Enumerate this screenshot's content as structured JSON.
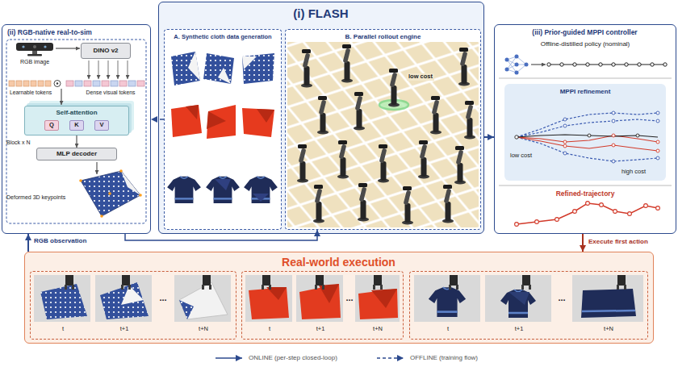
{
  "diagram": {
    "nodes": [
      {
        "text": [
          "(ii) RGB-native real-to-sim"
        ]
      },
      {
        "text": [
          "DINO v2"
        ],
        "in": 0
      },
      {
        "text": [
          "Self-attention"
        ],
        "in": 0
      },
      {
        "text": [
          "Q"
        ],
        "in": 2
      },
      {
        "text": [
          "K"
        ],
        "in": 2
      },
      {
        "text": [
          "V"
        ],
        "in": 2
      },
      {
        "text": [
          "MLP decoder"
        ],
        "in": 0
      },
      {
        "text": [
          "(i) FLASH"
        ]
      },
      {
        "text": [
          "A. Synthetic cloth data generation"
        ],
        "in": 7
      },
      {
        "text": [
          "B. Parallel rollout engine"
        ],
        "in": 7
      },
      {
        "text": [
          "(iii) Prior-guided MPPI controller"
        ]
      },
      {
        "text": [
          "MPPI refinement"
        ],
        "in": 10
      },
      {
        "text": [
          "Real-world execution"
        ]
      },
      {
        "text": [
          "t",
          "t+1",
          "...",
          "t+N"
        ],
        "in": 12
      },
      {
        "text": [
          "t",
          "t+1",
          "...",
          "t+N"
        ],
        "in": 12
      },
      {
        "text": [
          "t",
          "t+1",
          "...",
          "t+N"
        ],
        "in": 12
      }
    ],
    "edges": [
      {
        "from": 8,
        "to": 0,
        "arrow": "to"
      },
      {
        "from": 0,
        "to": 9,
        "arrow": "to"
      },
      {
        "from": 7,
        "to": 10,
        "arrow": "to"
      },
      {
        "from": 10,
        "to": 12,
        "label": "Execute first action",
        "arrow": "to"
      },
      {
        "from": 12,
        "to": 0,
        "label": "RGB observation",
        "arrow": "to"
      },
      {
        "from": 2,
        "to": 6,
        "arrow": "to"
      }
    ],
    "labels": [
      "RGB image",
      "Learnable tokens",
      "Dense visual tokens",
      "Block x N",
      "Deformed 3D keypoints",
      "low cost",
      "Offline-distilled policy (nominal)",
      "low cost",
      "high cost",
      "Refined-trajectory"
    ],
    "legend": [
      {
        "text": "ONLINE (per-step closed-loop)"
      },
      {
        "text": "OFFLINE (training flow)"
      }
    ]
  }
}
